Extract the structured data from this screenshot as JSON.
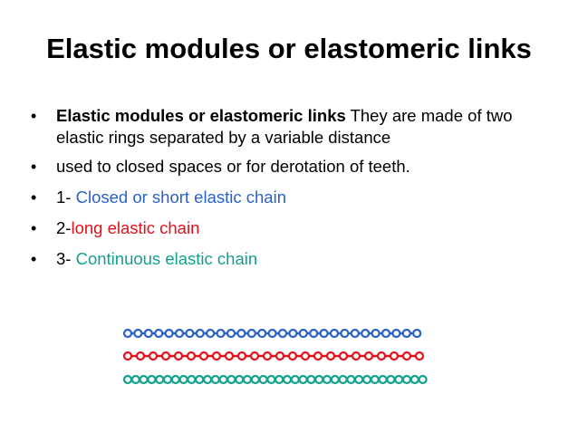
{
  "slide": {
    "title": "Elastic modules or elastomeric links",
    "bullets": [
      {
        "lead": "Elastic modules or elastomeric links",
        "text": " They are made of two elastic rings separated by a variable distance"
      },
      {
        "text": " used to closed spaces or for derotation of teeth."
      },
      {
        "prefix": "1- ",
        "text": "Closed or short elastic chain"
      },
      {
        "prefix": "2-",
        "text": "long elastic chain"
      },
      {
        "prefix": "3- ",
        "text": "Continuous elastic chain"
      }
    ],
    "bullet_glyph": "•"
  },
  "colors": {
    "closed_chain": "#2b62c8",
    "long_chain": "#e0121b",
    "continuous_chain": "#13a18f"
  },
  "illustration": {
    "icons": [
      "closed-elastic-chain-icon",
      "long-elastic-chain-icon",
      "continuous-elastic-chain-icon"
    ]
  }
}
